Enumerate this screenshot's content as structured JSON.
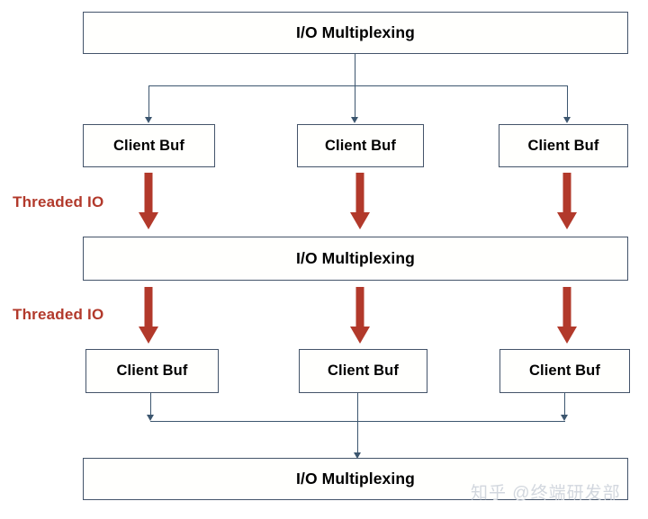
{
  "diagram": {
    "title_text": "I/O Multiplexing",
    "nodes": {
      "mux_top": "I/O Multiplexing",
      "mux_middle": "I/O Multiplexing",
      "mux_bottom": "I/O Multiplexing",
      "client_buf_r1_left": "Client Buf",
      "client_buf_r1_center": "Client Buf",
      "client_buf_r1_right": "Client Buf",
      "client_buf_r2_left": "Client Buf",
      "client_buf_r2_center": "Client Buf",
      "client_buf_r2_right": "Client Buf"
    },
    "labels": {
      "threaded_io_1": "Threaded IO",
      "threaded_io_2": "Threaded IO"
    },
    "colors": {
      "box_border": "#44546a",
      "connector": "#3c566f",
      "threaded_io_red": "#b2392b",
      "background": "#ffffff",
      "watermark": "#d2d7de"
    }
  },
  "watermark": {
    "text": "知乎 @终端研发部"
  }
}
